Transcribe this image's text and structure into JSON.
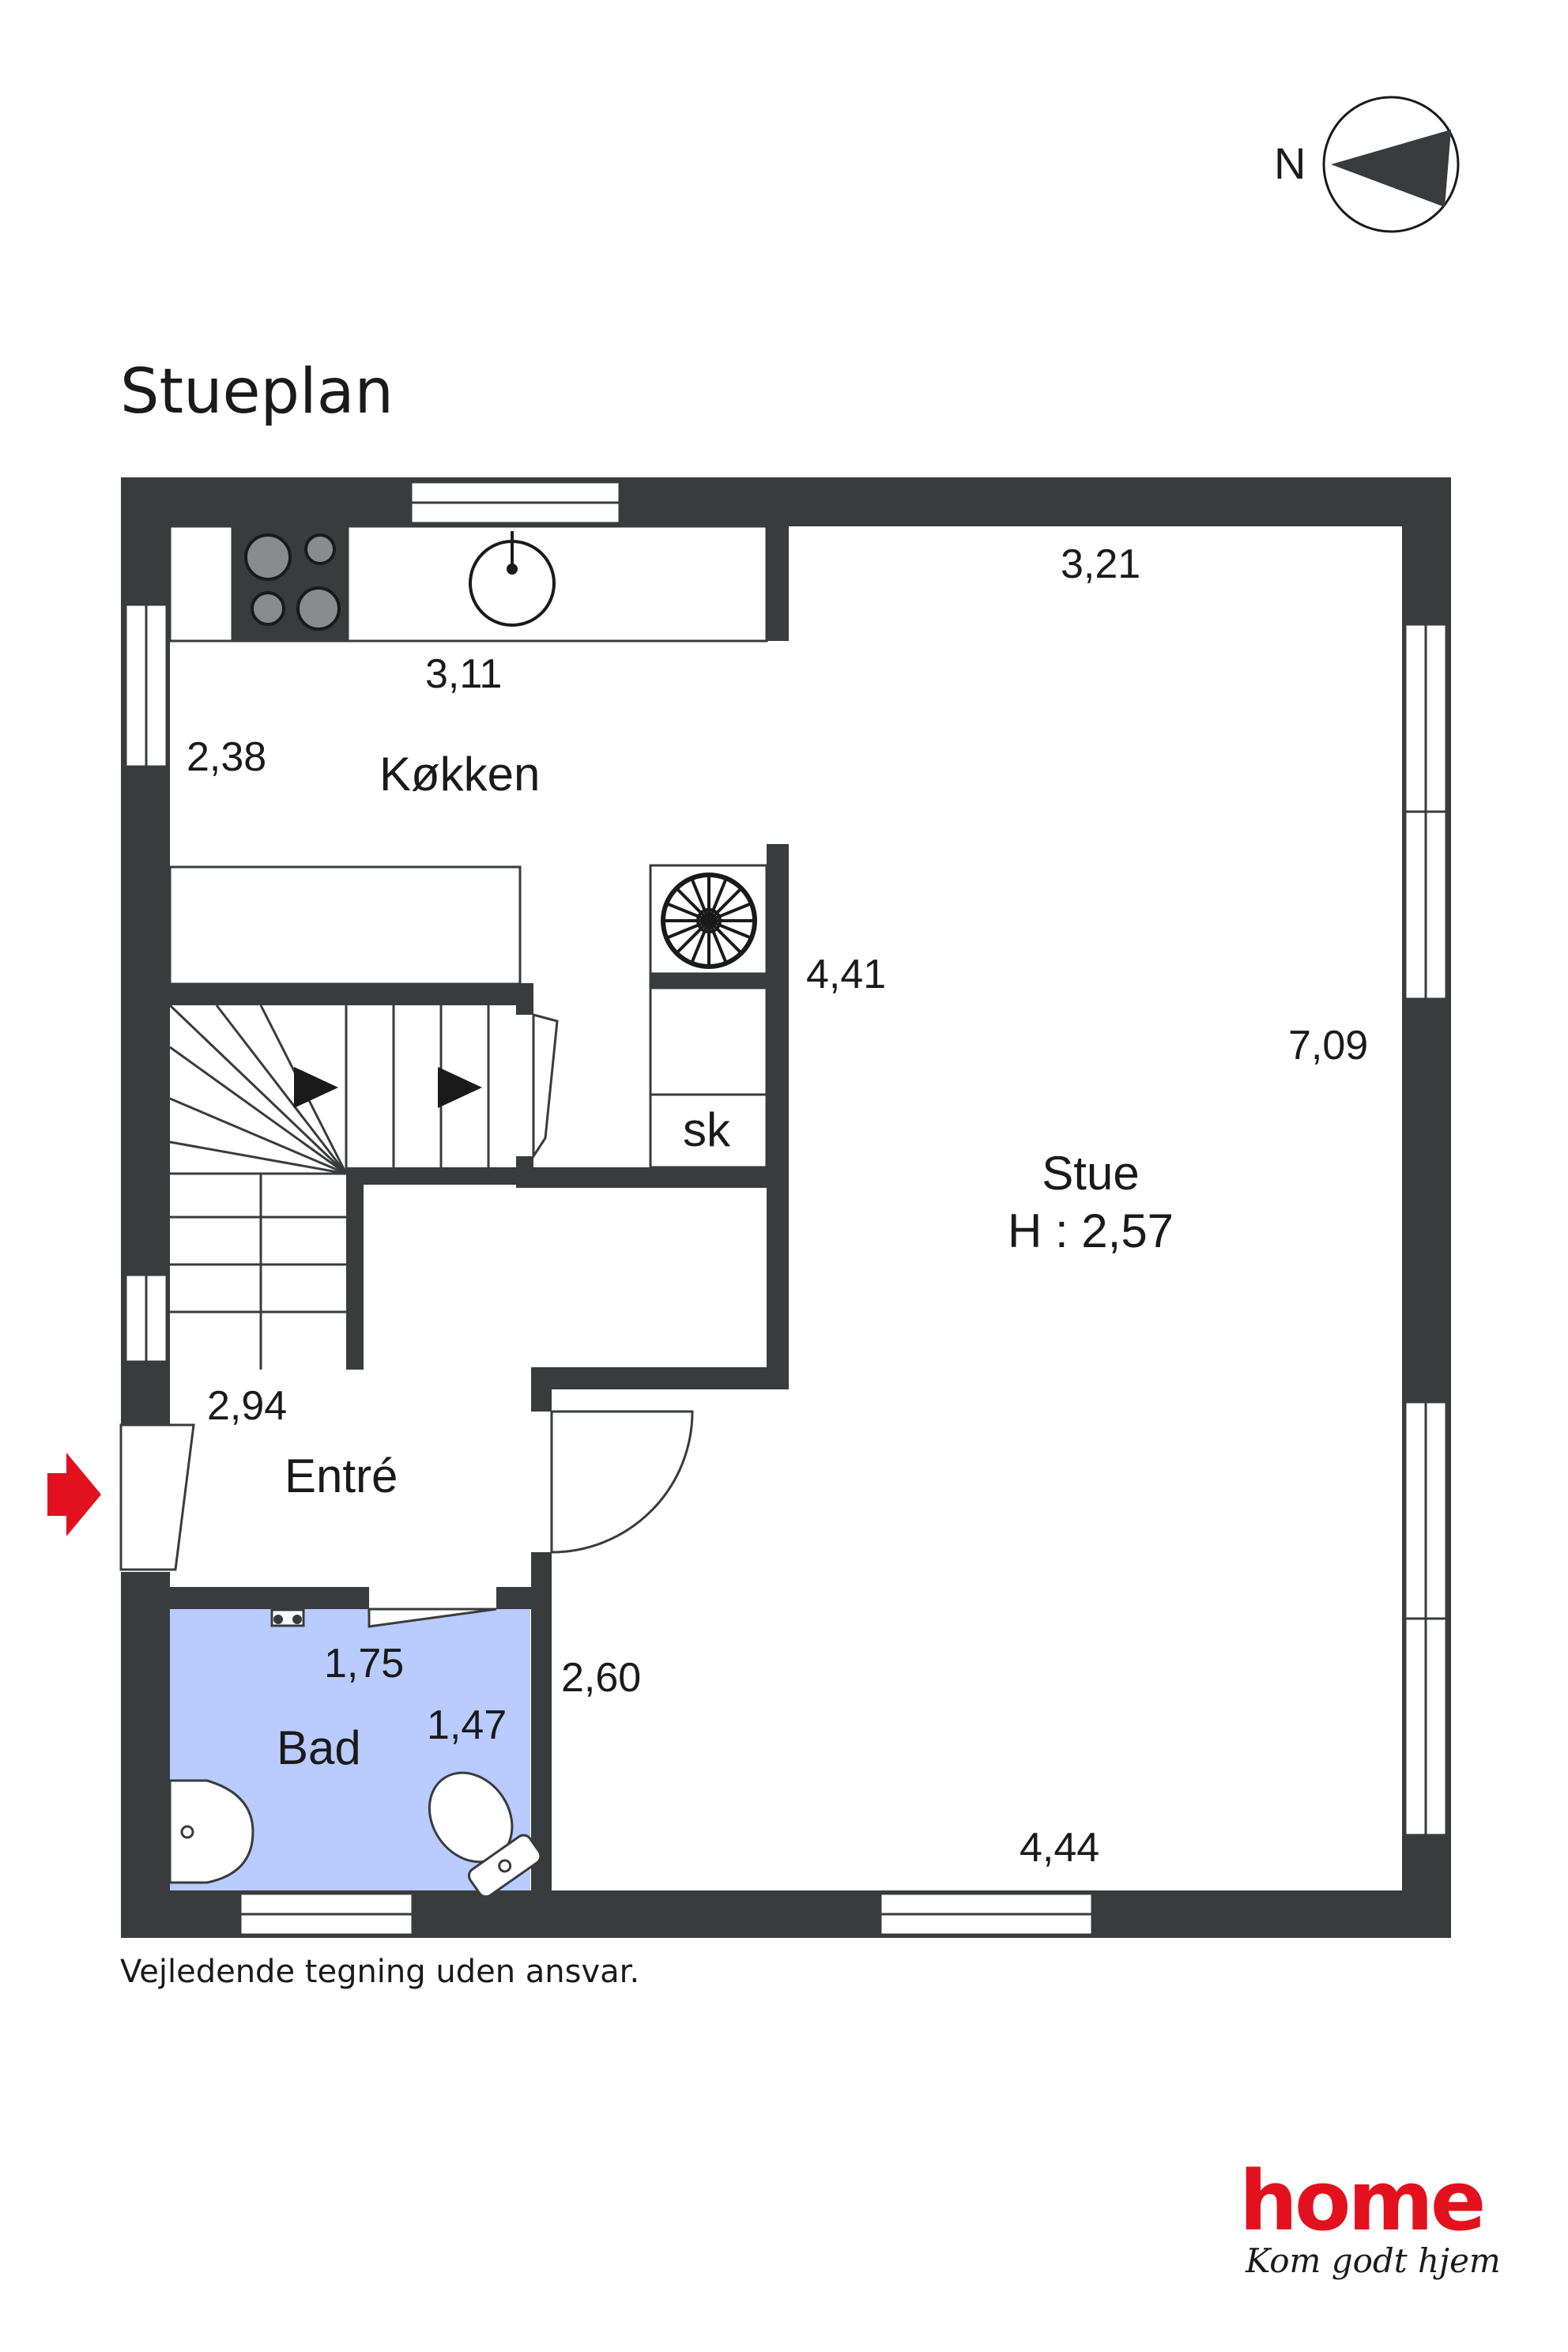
{
  "title": "Stueplan",
  "compass": {
    "label": "N"
  },
  "rooms": {
    "kitchen": {
      "name": "Køkken",
      "dim_width": "3,11",
      "dim_depth": "2,38"
    },
    "living": {
      "name": "Stue",
      "height": "H : 2,57",
      "dim_top": "3,21",
      "dim_right": "7,09",
      "dim_left": "4,41",
      "dim_bottom": "4,44",
      "dim_lower_left": "2,60"
    },
    "entry": {
      "name": "Entré",
      "dim": "2,94"
    },
    "bath": {
      "name": "Bad",
      "dim_width": "1,75",
      "dim_depth": "1,47"
    },
    "closet": {
      "name": "sk"
    }
  },
  "disclaimer": "Vejledende tegning uden ansvar.",
  "logo": {
    "word": "home",
    "tagline": "Kom godt hjem"
  },
  "colors": {
    "wall": "#3a3b3d",
    "bath_fill": "#b9cbff",
    "accent": "#e3111e",
    "text": "#1a1a1a"
  }
}
